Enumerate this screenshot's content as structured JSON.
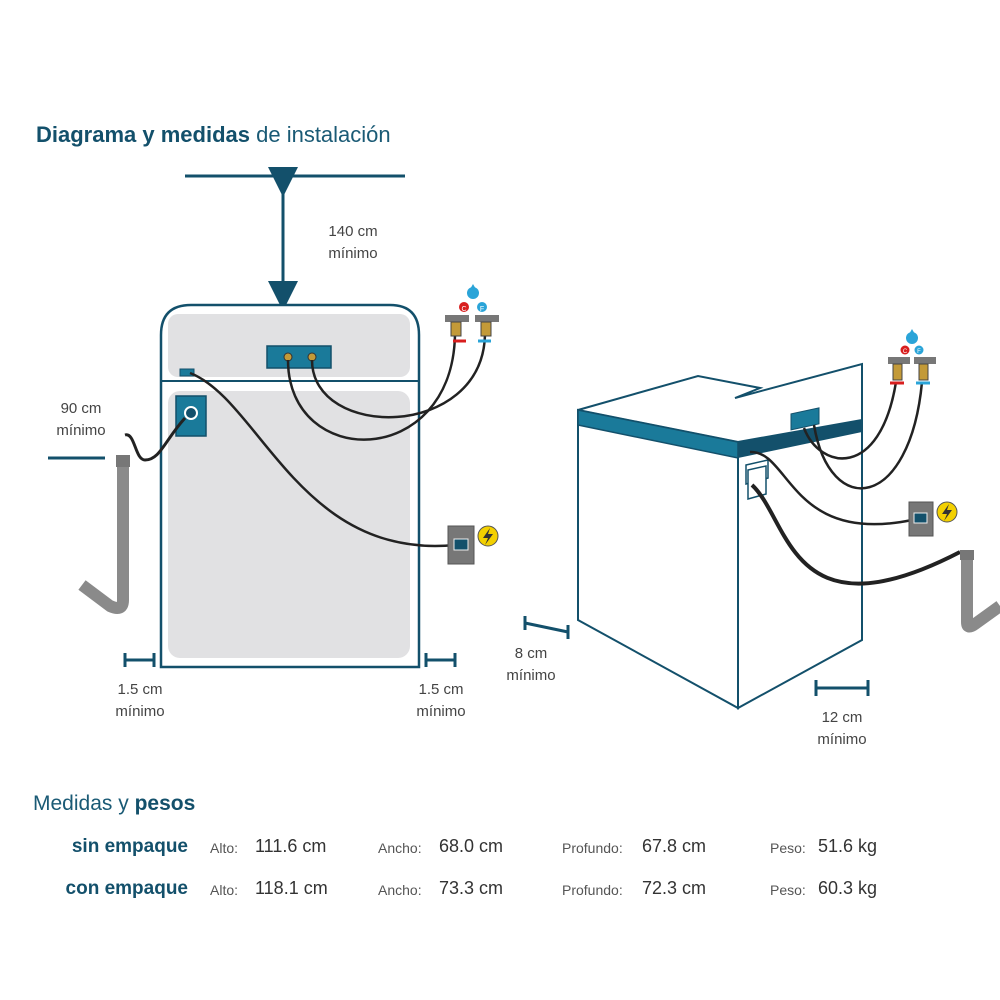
{
  "title": {
    "bold": "Diagrama y medidas",
    "regular": "de instalación"
  },
  "measurements": {
    "top_clearance": {
      "value": "140 cm",
      "qualifier": "mínimo"
    },
    "drain_height": {
      "value": "90 cm",
      "qualifier": "mínimo"
    },
    "left_side": {
      "value": "1.5 cm",
      "qualifier": "mínimo"
    },
    "right_side": {
      "value": "1.5 cm",
      "qualifier": "mínimo"
    },
    "back_gap": {
      "value": "8 cm",
      "qualifier": "mínimo"
    },
    "side_gap": {
      "value": "12 cm",
      "qualifier": "mínimo"
    }
  },
  "faucet_labels": {
    "hot": "C",
    "cold": "F"
  },
  "colors": {
    "accent": "#13506b",
    "panel": "#1a7a9a",
    "hot": "#d81e1e",
    "cold": "#2aa4d8",
    "power": "#f3d000"
  },
  "icons": [
    "water-drop-icon",
    "power-bolt-icon"
  ],
  "specs": {
    "title": {
      "regular": "Medidas y",
      "bold": "pesos"
    },
    "rows": [
      {
        "label": "sin empaque",
        "alto_label": "Alto:",
        "alto": "111.6 cm",
        "ancho_label": "Ancho:",
        "ancho": "68.0 cm",
        "profundo_label": "Profundo:",
        "profundo": "67.8 cm",
        "peso_label": "Peso:",
        "peso": "51.6 kg"
      },
      {
        "label": "con empaque",
        "alto_label": "Alto:",
        "alto": "118.1 cm",
        "ancho_label": "Ancho:",
        "ancho": "73.3 cm",
        "profundo_label": "Profundo:",
        "profundo": "72.3 cm",
        "peso_label": "Peso:",
        "peso": "60.3 kg"
      }
    ]
  }
}
